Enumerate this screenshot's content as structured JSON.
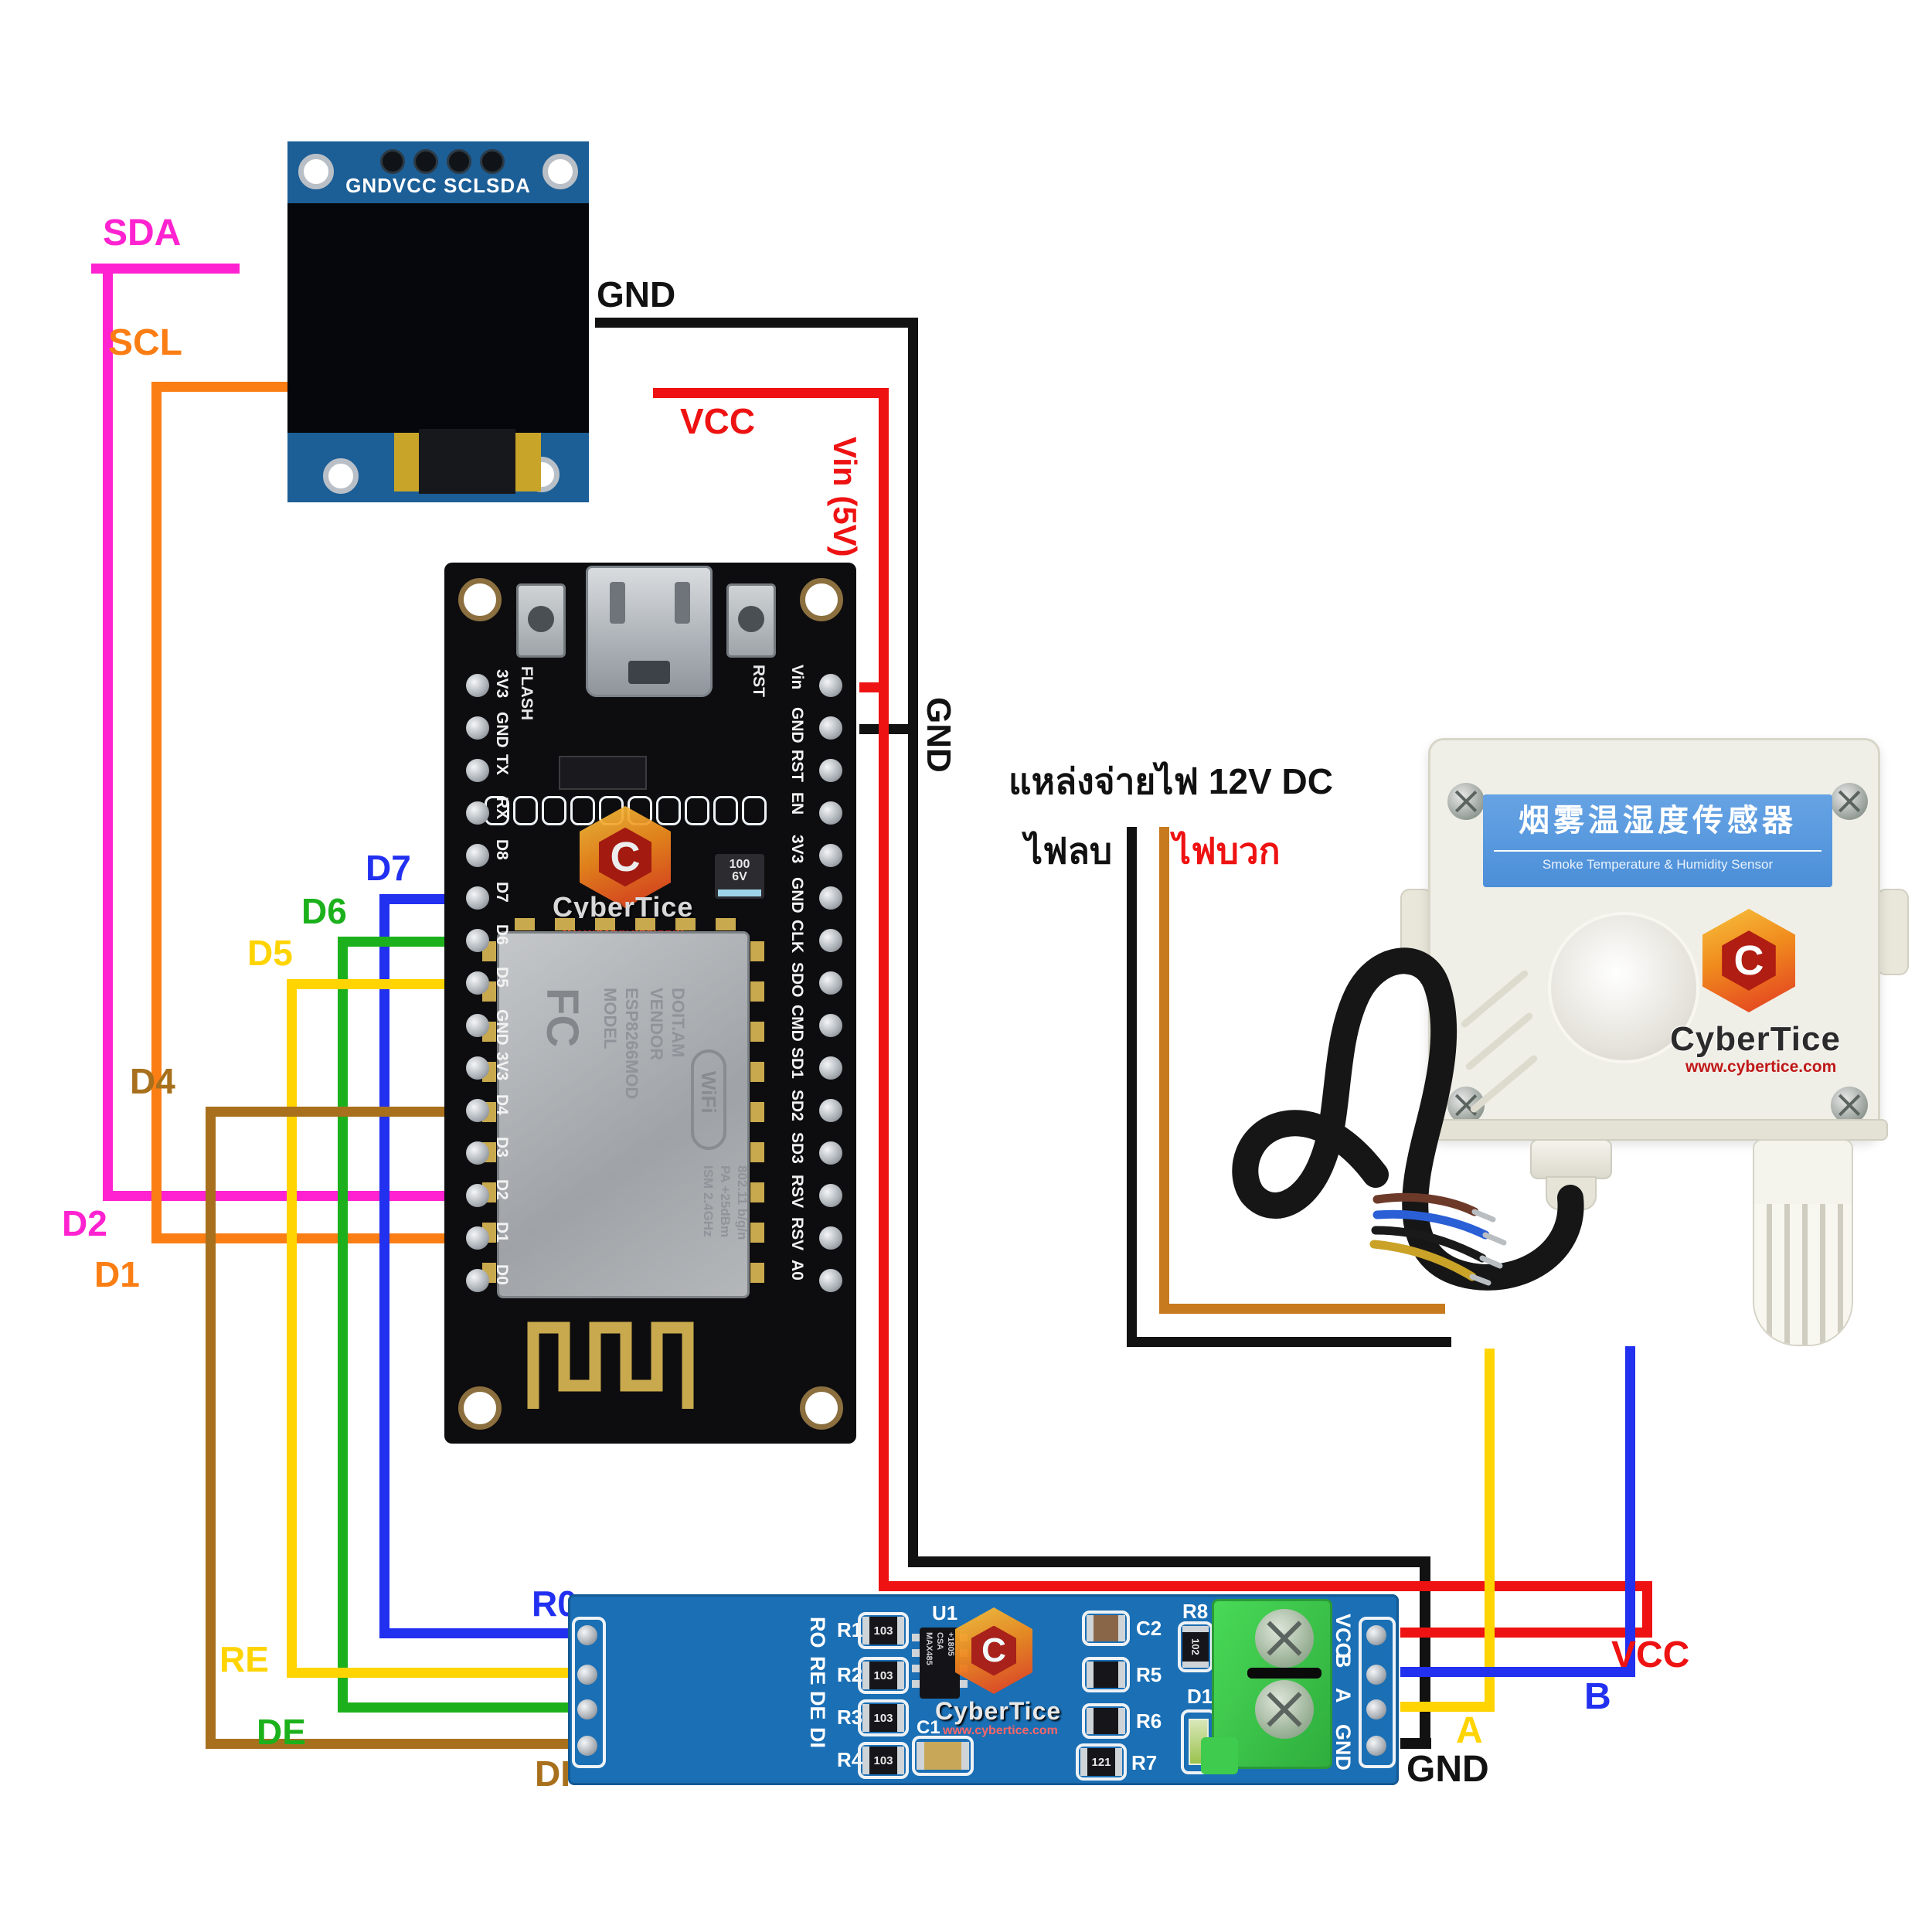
{
  "labels": {
    "sda": "SDA",
    "scl": "SCL",
    "oled_gnd": "GND",
    "oled_vcc": "VCC",
    "vin5v": "Vin (5V)",
    "mcu_gnd": "GND",
    "d7": "D7",
    "d6": "D6",
    "d5": "D5",
    "d4": "D4",
    "d2": "D2",
    "d1": "D1",
    "r0": "R0",
    "re": "RE",
    "de": "DE",
    "di": "DI",
    "vcc": "VCC",
    "b": "B",
    "a": "A",
    "gnd": "GND"
  },
  "power": {
    "title": "แหล่งจ่ายไฟ 12V DC",
    "neg": "ไฟลบ",
    "pos": "ไฟบวก"
  },
  "oled": {
    "header": "GNDVCC SCLSDA",
    "pins": [
      "GND",
      "VCC",
      "SCL",
      "SDA"
    ]
  },
  "nodemcu": {
    "left_pins": [
      "3V3",
      "GND",
      "TX",
      "RX",
      "D8",
      "D7",
      "D6",
      "D5",
      "GND",
      "3V3",
      "D4",
      "D3",
      "D2",
      "D1",
      "D0"
    ],
    "right_pins": [
      "Vin",
      "GND",
      "RST",
      "EN",
      "3V3",
      "GND",
      "CLK",
      "SDO",
      "CMD",
      "SD1",
      "SD2",
      "SD3",
      "RSV",
      "RSV",
      "A0"
    ],
    "flash": "FLASH",
    "rst": "RST",
    "cap1": "100",
    "cap2": "6V",
    "shield": {
      "fc": "FC",
      "model_k": "MODEL",
      "model_v": "ESP8266MOD",
      "vendor_k": "VENDOR",
      "vendor_v": "DOIT.AM",
      "wifi": "WiFi",
      "ism": "ISM 2.4GHz",
      "pa": "PA +25dBm",
      "std": "802.11 b/g/n"
    }
  },
  "brand": {
    "name": "CyberTice",
    "url": "www.cybertice.com"
  },
  "sensor": {
    "cn": "烟雾温湿度传感器",
    "en": "Smoke Temperature & Humidity Sensor"
  },
  "rs485": {
    "left_pins": [
      "RO",
      "RE",
      "DE",
      "DI"
    ],
    "right_pins": [
      "VCC",
      "B",
      "A",
      "GND"
    ],
    "r1": "R1",
    "r2": "R2",
    "r3": "R3",
    "r4": "R4",
    "r5": "R5",
    "r6": "R6",
    "r7": "R7",
    "r8": "R8",
    "u1": "U1",
    "c1": "C1",
    "c2": "C2",
    "d1": "D1",
    "v103": "103",
    "v121": "121",
    "v102": "102",
    "chip1": "MAX485",
    "chip2": "CSA",
    "chip3": "+1805"
  },
  "colors": {
    "magenta": "#ff22d0",
    "orange": "#fb7e14",
    "orange_dark": "#c87a1e",
    "red": "#ee1212",
    "black": "#121212",
    "blue": "#2230f0",
    "green": "#1cb11c",
    "yellow": "#ffd400",
    "brown": "#a8701c",
    "oled_pcb": "#1c5e96",
    "rs485_pcb": "#1a6fb5",
    "terminal": "#3ecb4e",
    "sensor_body": "#f0efe7"
  }
}
